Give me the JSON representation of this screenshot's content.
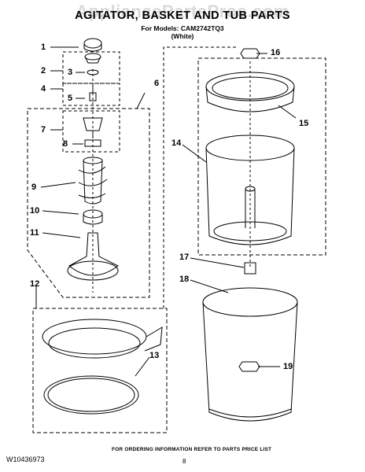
{
  "header": {
    "watermark": "AppliancePartsPros.com",
    "title": "AGITATOR, BASKET AND TUB PARTS",
    "subtitle_models": "For Models: CAM2742TQ3",
    "subtitle_color": "(White)"
  },
  "callouts": [
    "1",
    "2",
    "3",
    "4",
    "5",
    "6",
    "7",
    "8",
    "9",
    "10",
    "11",
    "12",
    "13",
    "14",
    "15",
    "16",
    "17",
    "18",
    "19"
  ],
  "footer": {
    "doc_number": "W10436973",
    "note": "FOR ORDERING INFORMATION REFER TO PARTS PRICE LIST",
    "page_number": "8"
  }
}
